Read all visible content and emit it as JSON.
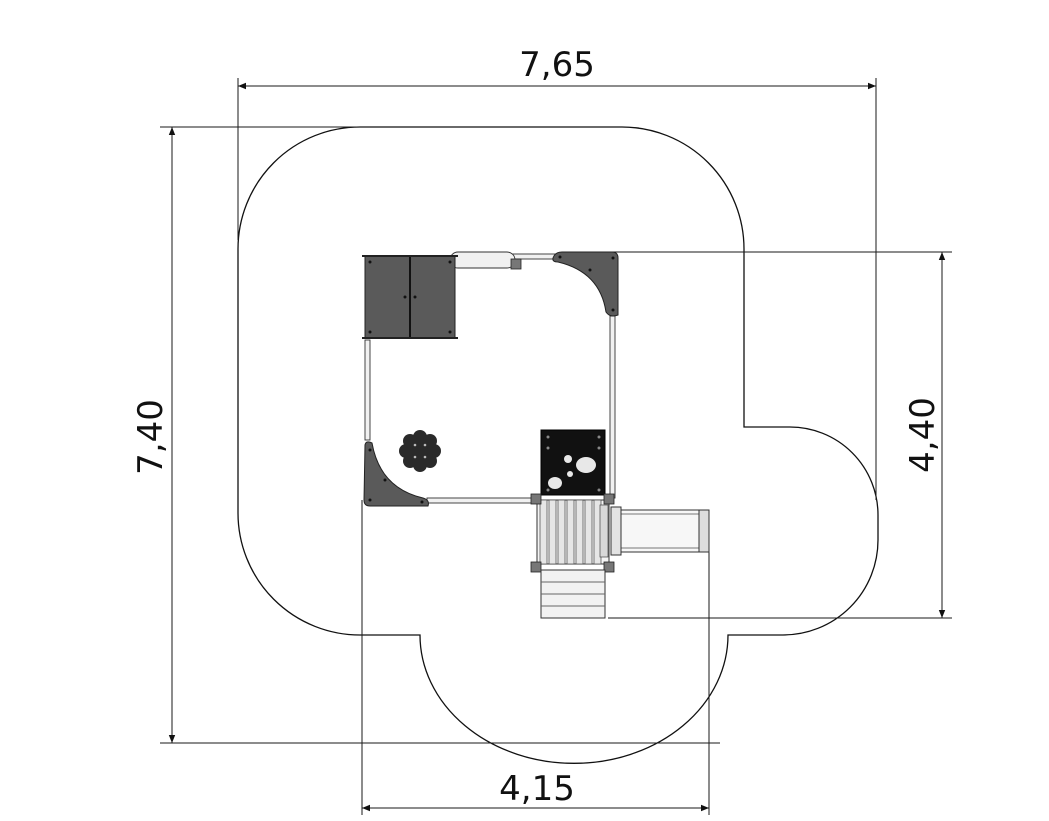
{
  "dimensions": {
    "overall_width": "7,65",
    "overall_height": "7,40",
    "structure_height": "4,40",
    "structure_width": "4,15"
  }
}
